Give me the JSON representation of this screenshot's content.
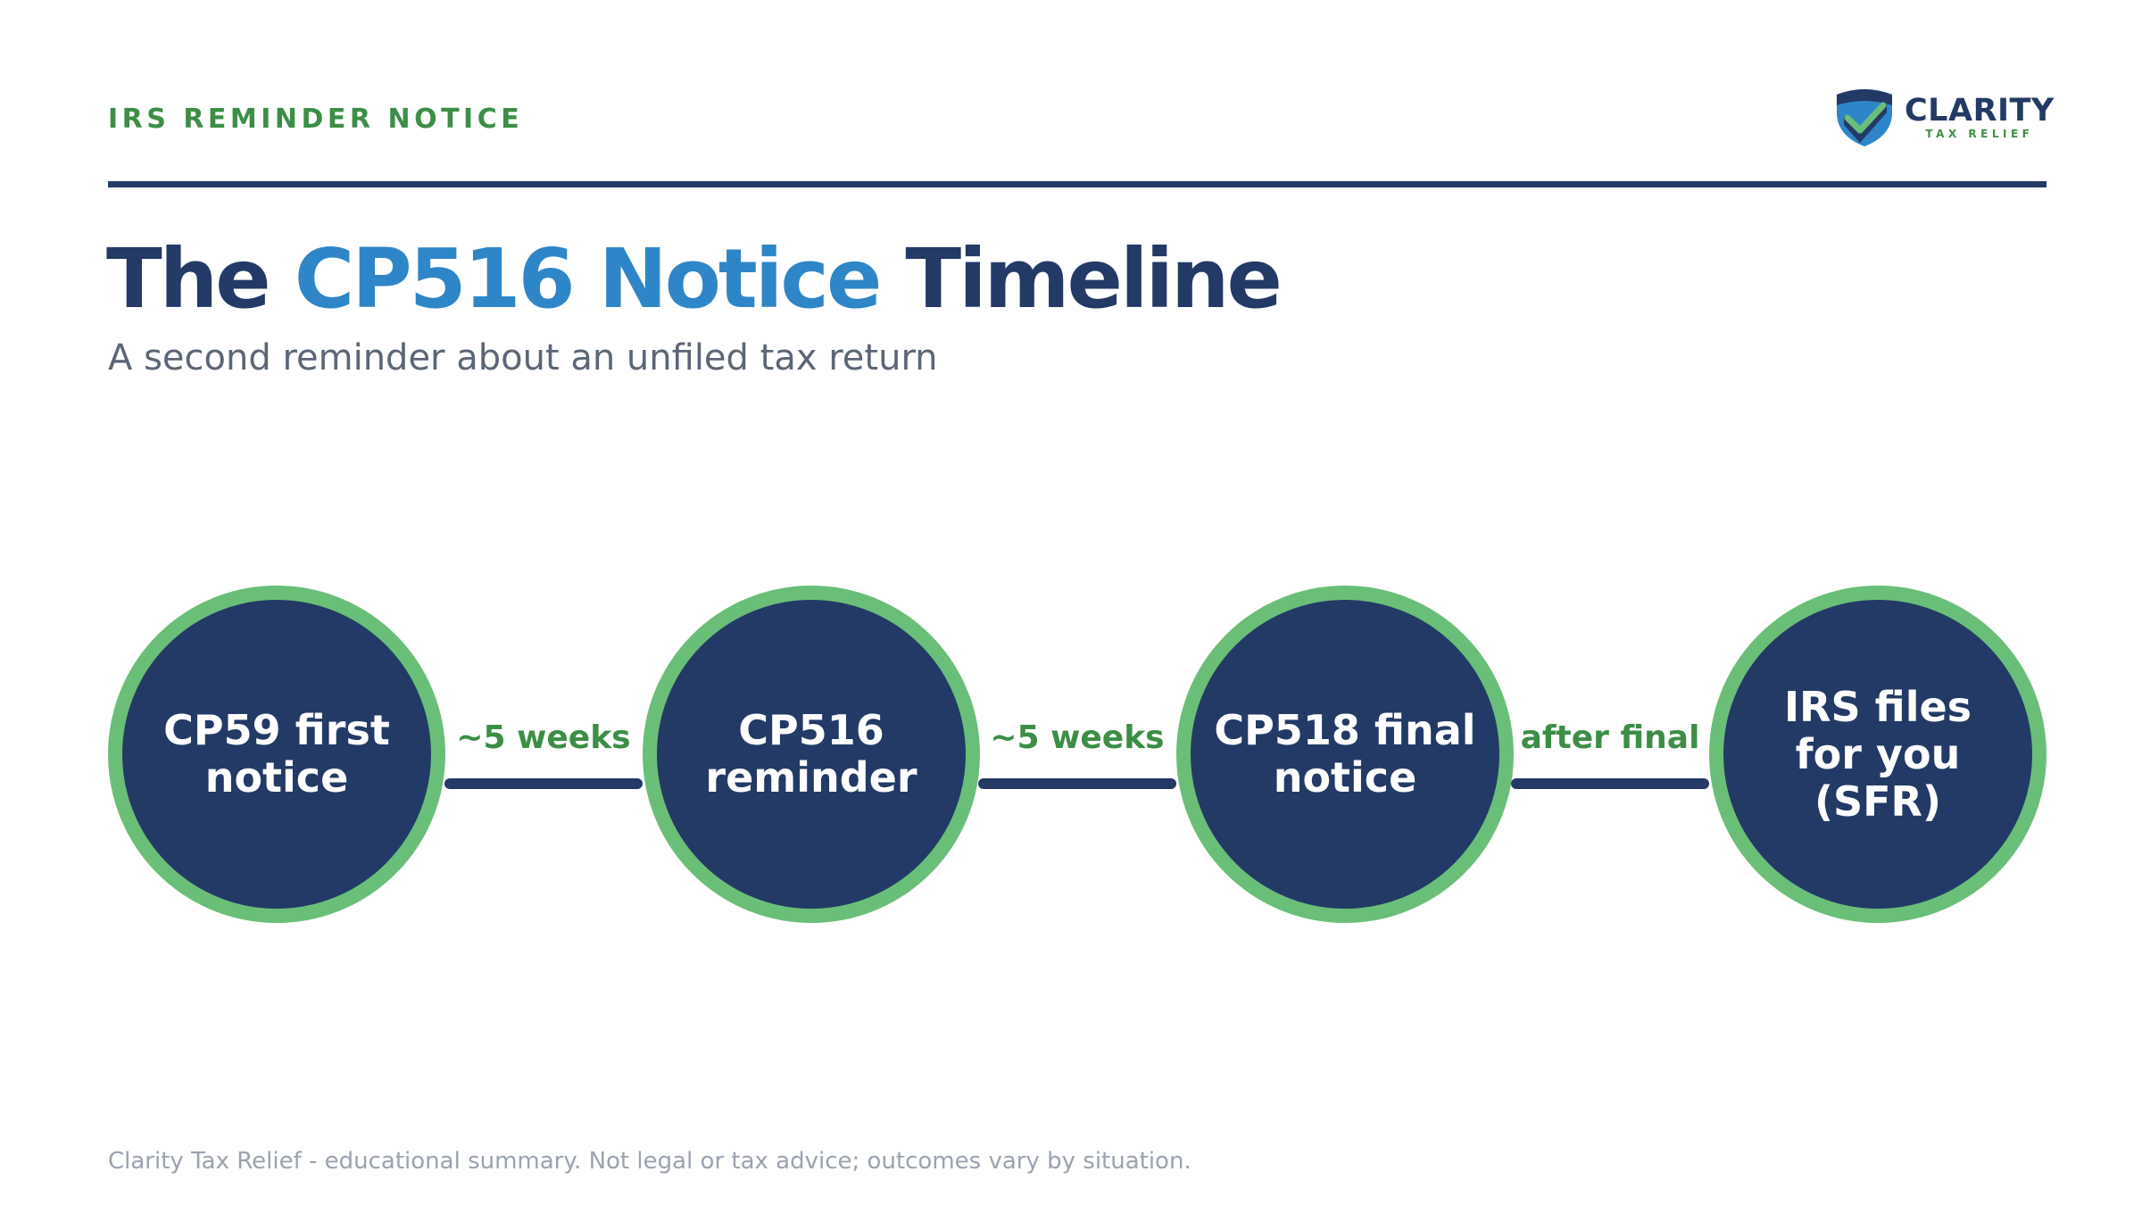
{
  "header": {
    "eyebrow": "IRS REMINDER NOTICE",
    "logo": {
      "name": "CLARITY",
      "sub": "TAX RELIEF",
      "icon": "shield-check-icon"
    }
  },
  "title": {
    "part1": "The ",
    "accent": "CP516 Notice",
    "part2": " Timeline"
  },
  "subtitle": "A second reminder about an unfiled tax return",
  "timeline": {
    "steps": [
      {
        "label": "CP59 first notice"
      },
      {
        "label": "CP516 reminder"
      },
      {
        "label": "CP518 final notice"
      },
      {
        "label": "IRS files for you (SFR)"
      }
    ],
    "connectors": [
      {
        "label": "~5 weeks"
      },
      {
        "label": "~5 weeks"
      },
      {
        "label": "after final"
      }
    ]
  },
  "footer": "Clarity Tax Relief - educational summary. Not legal or tax advice; outcomes vary by situation.",
  "colors": {
    "navy": "#233a66",
    "blue_accent": "#2e86c8",
    "green": "#3c8e46",
    "circle_ring": "#6abf78",
    "subtitle_gray": "#5b6676",
    "footer_gray": "#9aa3ae"
  }
}
